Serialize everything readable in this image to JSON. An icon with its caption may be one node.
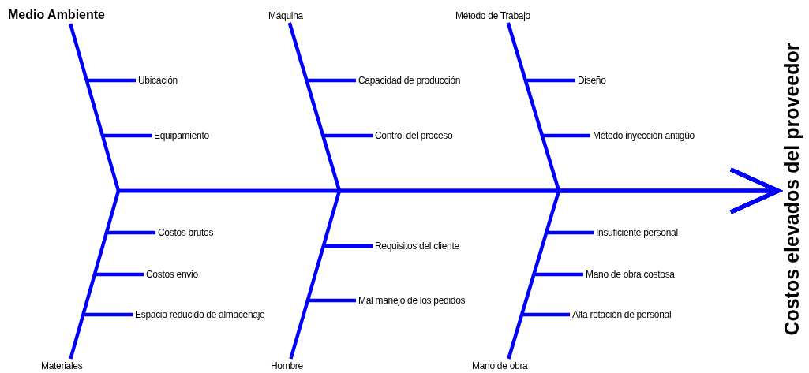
{
  "diagram": {
    "nodes": [
      {
        "text": [
          "Medio Ambiente"
        ]
      },
      {
        "text": [
          "Ubicación"
        ]
      },
      {
        "text": [
          "Equipamiento"
        ]
      },
      {
        "text": [
          "Máquina"
        ]
      },
      {
        "text": [
          "Capacidad de producción"
        ]
      },
      {
        "text": [
          "Control del proceso"
        ]
      },
      {
        "text": [
          "Método de Trabajo"
        ]
      },
      {
        "text": [
          "Diseño"
        ]
      },
      {
        "text": [
          "Método inyección antigüo"
        ]
      },
      {
        "text": [
          "Costos brutos"
        ]
      },
      {
        "text": [
          "Costos envio"
        ]
      },
      {
        "text": [
          "Espacio reducido de almacenaje"
        ]
      },
      {
        "text": [
          "Materiales"
        ]
      },
      {
        "text": [
          "Requisitos del cliente"
        ]
      },
      {
        "text": [
          "Mal manejo de los pedidos"
        ]
      },
      {
        "text": [
          "Hombre"
        ]
      },
      {
        "text": [
          "Insuficiente personal"
        ]
      },
      {
        "text": [
          "Mano de obra costosa"
        ]
      },
      {
        "text": [
          "Alta rotación de personal"
        ]
      },
      {
        "text": [
          "Mano de obra"
        ]
      },
      {
        "text": [
          "Costos elevados del proveedor"
        ]
      }
    ],
    "edges": [
      {
        "from": 0,
        "to": 20,
        "arrow": "to"
      },
      {
        "from": 3,
        "to": 20,
        "arrow": "to"
      },
      {
        "from": 6,
        "to": 20,
        "arrow": "to"
      },
      {
        "from": 12,
        "to": 20,
        "arrow": "to"
      },
      {
        "from": 15,
        "to": 20,
        "arrow": "to"
      },
      {
        "from": 19,
        "to": 20,
        "arrow": "to"
      },
      {
        "from": 1,
        "to": null,
        "arrow": "none"
      },
      {
        "from": 2,
        "to": null,
        "arrow": "none"
      },
      {
        "from": 4,
        "to": null,
        "arrow": "none"
      },
      {
        "from": 5,
        "to": null,
        "arrow": "none"
      },
      {
        "from": 7,
        "to": null,
        "arrow": "none"
      },
      {
        "from": 8,
        "to": null,
        "arrow": "none"
      },
      {
        "from": 9,
        "to": null,
        "arrow": "none"
      },
      {
        "from": 10,
        "to": null,
        "arrow": "none"
      },
      {
        "from": 11,
        "to": null,
        "arrow": "none"
      },
      {
        "from": 13,
        "to": null,
        "arrow": "none"
      },
      {
        "from": 14,
        "to": null,
        "arrow": "none"
      },
      {
        "from": 16,
        "to": null,
        "arrow": "none"
      },
      {
        "from": 17,
        "to": null,
        "arrow": "none"
      },
      {
        "from": 18,
        "to": null,
        "arrow": "none"
      }
    ]
  }
}
